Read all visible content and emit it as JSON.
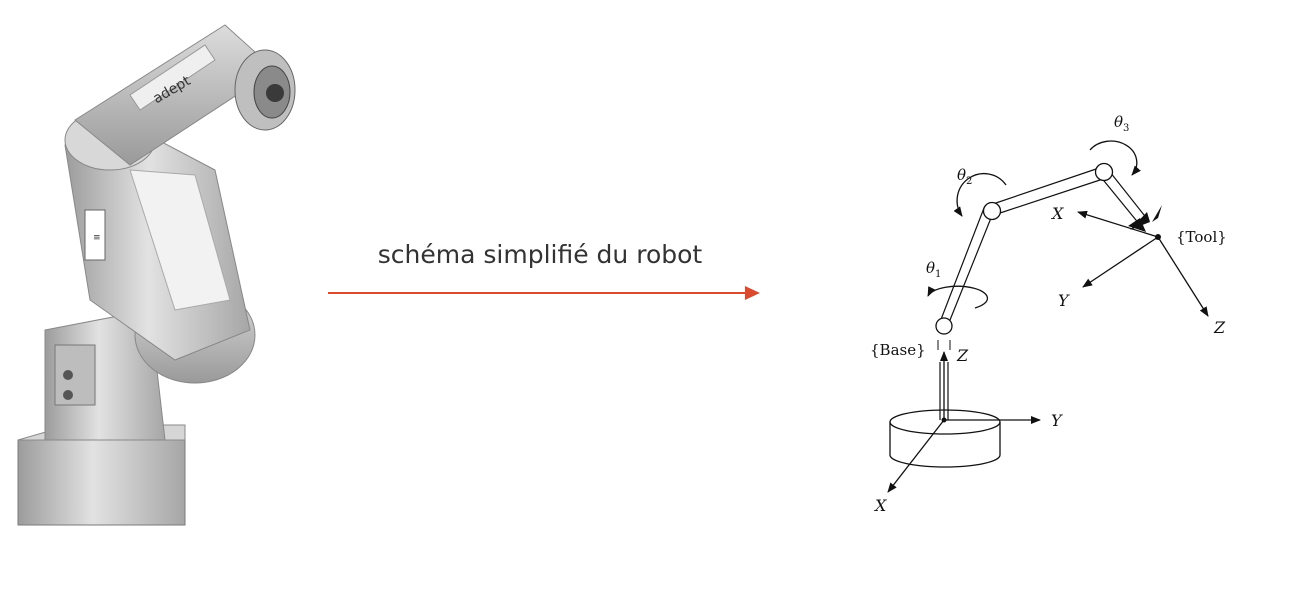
{
  "caption": "schéma simplifié du robot",
  "photo": {
    "brand_text": "adept"
  },
  "schematic": {
    "joints": [
      {
        "symbol": "θ",
        "subscript": "1"
      },
      {
        "symbol": "θ",
        "subscript": "2"
      },
      {
        "symbol": "θ",
        "subscript": "3"
      }
    ],
    "frames": {
      "base": "{Base}",
      "tool": "{Tool}"
    },
    "base_axes": {
      "z": "Z",
      "y": "Y",
      "x": "X"
    },
    "tool_axes": {
      "x": "X",
      "y": "Y",
      "z": "Z"
    }
  },
  "colors": {
    "arrow": "#d94a2e",
    "caption": "#333333",
    "robot": "#cfcfcf"
  }
}
